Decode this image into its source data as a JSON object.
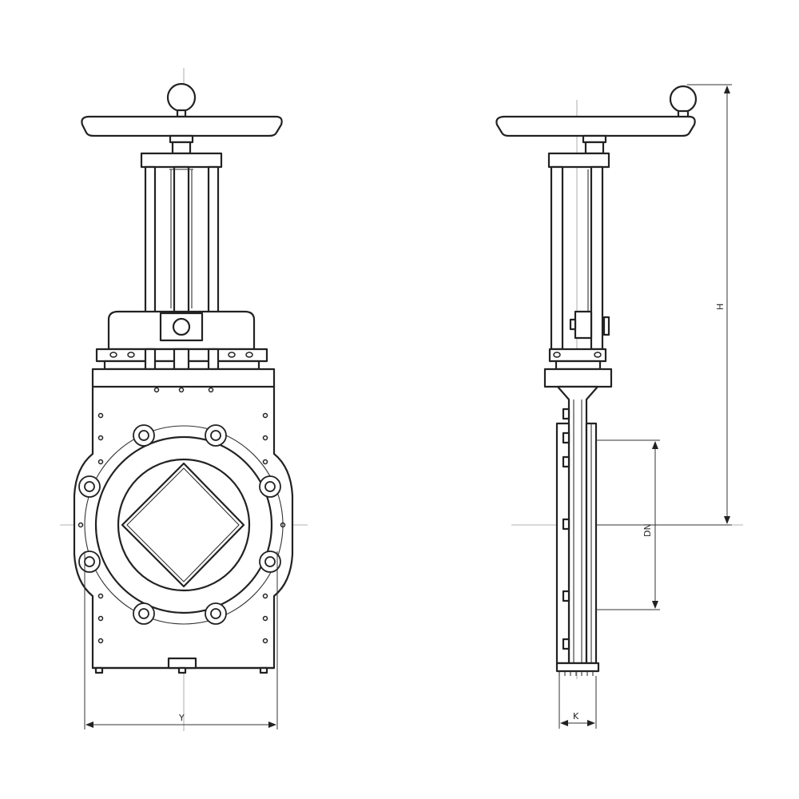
{
  "labels": {
    "width": "Y",
    "face_to_face": "K",
    "nominal_diameter": "DN",
    "height": "H"
  },
  "colors": {
    "line": "#222222",
    "centerline": "#9a9a9a",
    "background": "#ffffff"
  }
}
